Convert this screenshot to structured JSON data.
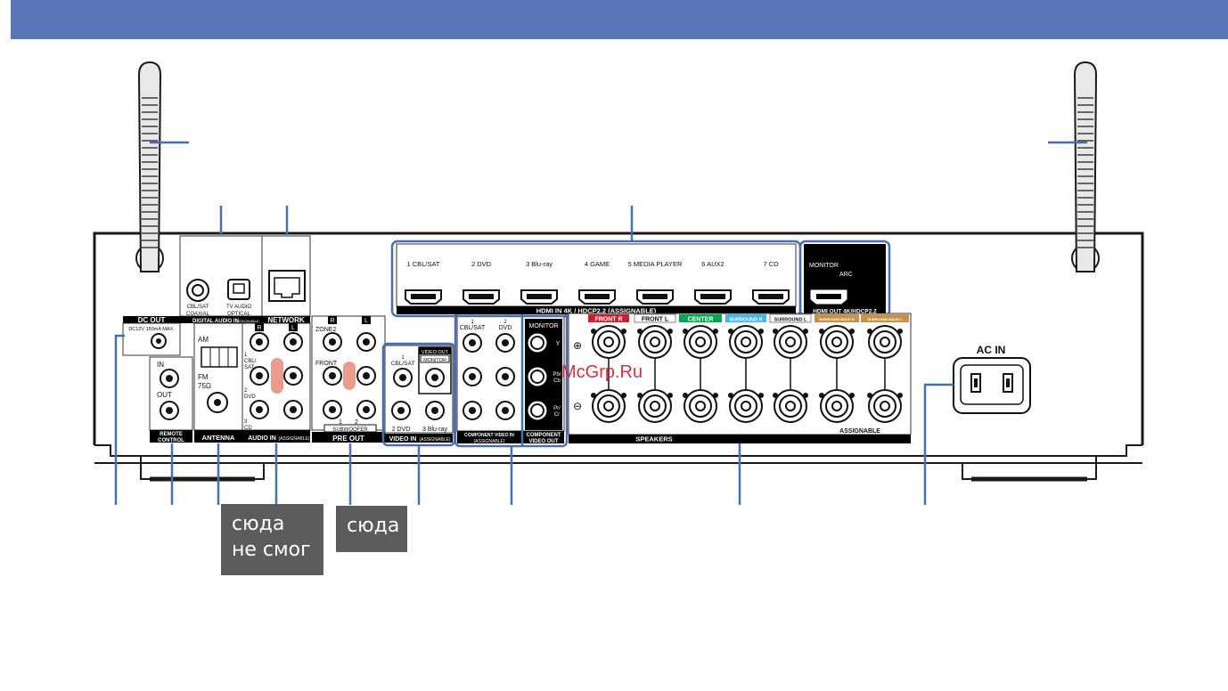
{
  "colors": {
    "header": "#5b76b8",
    "callout": "#4a6fb0",
    "panel": "#000000",
    "note_bg": "#5c5c5c",
    "front": "#c8202f",
    "center": "#00a651",
    "surround": "#47b5e6",
    "back": "#c8914a",
    "highlight": "#e8887a"
  },
  "labels": {
    "digital_coaxial_cbl": "CBL/SAT",
    "digital_coaxial": "COAXIAL",
    "digital_optical_tv": "TV AUDIO",
    "digital_optical": "OPTICAL",
    "digital_audio_in": "DIGITAL AUDIO IN",
    "assignable_tag": "ASSIGNABLE",
    "network": "NETWORK",
    "dc_out": "DC OUT",
    "dc_out_spec": "DC12V 150mA MAX.",
    "remote_in": "IN",
    "remote_out": "OUT",
    "remote_control": "REMOTE CONTROL",
    "remote_control_l1": "REMOTE",
    "remote_control_l2": "CONTROL",
    "antenna_am": "AM",
    "antenna_fm": "FM",
    "antenna_fm_ohm": "75Ω",
    "antenna": "ANTENNA",
    "audio_r": "R",
    "audio_l": "L",
    "audio_1": "1",
    "audio_cbl": "CBL/",
    "audio_sat": "SAT",
    "audio_2": "2",
    "audio_dvd": "DVD",
    "audio_3": "3",
    "audio_cd": "CD",
    "audio_in": "AUDIO IN",
    "audio_in_assign": "(ASSIGNABLE)",
    "zone2": "ZONE2",
    "front": "FRONT",
    "sub_1": "1",
    "sub_2": "2",
    "subwoofer": "SUBWOOFER",
    "pre_out": "PRE OUT",
    "video_1": "1",
    "video_cbl": "CBL/SAT",
    "video_out": "VIDEO OUT",
    "video_monitor": "MONITOR",
    "video_dvd": "2 DVD",
    "video_bluray": "3 Blu-ray",
    "video_in": "VIDEO IN",
    "video_in_assign": "(ASSIGNABLE)",
    "comp_1": "1",
    "comp_cbl": "CBL/SAT",
    "comp_2": "2",
    "comp_dvd": "DVD",
    "comp_in_l1": "COMPONENT VIDEO IN",
    "comp_in_l2": "(ASSIGNABLE)",
    "comp_monitor": "MONITOR",
    "comp_y": "Y",
    "comp_pb": "Pb/",
    "comp_cb": "Cb",
    "comp_pr": "Pr/",
    "comp_cr": "Cr",
    "comp_out_l1": "COMPONENT",
    "comp_out_l2": "VIDEO OUT",
    "hdmi_in": "HDMI IN  4K / HDCP2.2 (ASSIGNABLE)",
    "hdmi_out": "HDMI OUT 4K/HDCP2.2",
    "hdmi_monitor": "MONITOR",
    "hdmi_arc": "ARC",
    "spk_front_r": "FRONT",
    "spk_front_l": "FRONT",
    "spk_center": "CENTER",
    "spk_surround_r": "SURROUND",
    "spk_surround_l": "SURROUND",
    "spk_back_r": "SURROUND BACK",
    "spk_back_l": "SURROUND BACK",
    "spk_r": "R",
    "spk_l": "L",
    "plus": "⊕",
    "minus": "⊖",
    "speakers": "SPEAKERS",
    "spk_assignable": "ASSIGNABLE",
    "ac_in": "AC IN"
  },
  "hdmi_inputs": [
    "1 CBL/SAT",
    "2 DVD",
    "3 Blu-ray",
    "4 GAME",
    "5 MEDIA PLAYER",
    "6 AUX2",
    "7 CD"
  ],
  "watermark": "McGrp.Ru",
  "notes": {
    "note1": "сюда\nне смог",
    "note2": "сюда"
  }
}
